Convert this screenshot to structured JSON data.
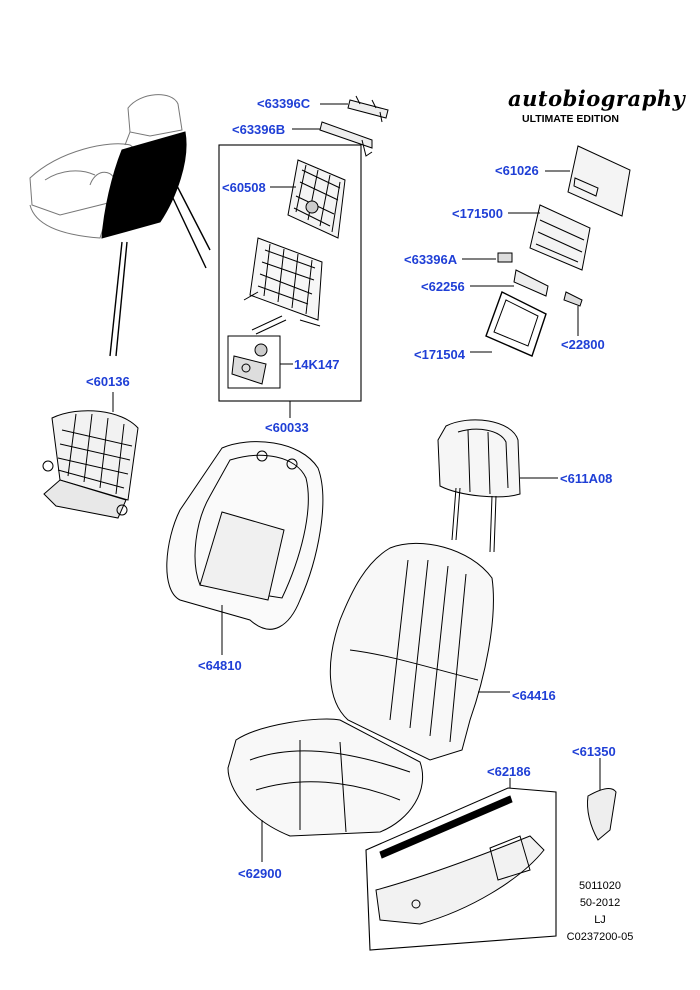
{
  "branding": {
    "logo_text": "autobiography",
    "edition": "ULTIMATE EDITION"
  },
  "callouts": [
    {
      "id": "63396C",
      "label": "<63396C"
    },
    {
      "id": "63396B",
      "label": "<63396B"
    },
    {
      "id": "60508",
      "label": "<60508"
    },
    {
      "id": "14K147",
      "label": "14K147"
    },
    {
      "id": "60033",
      "label": "<60033"
    },
    {
      "id": "61026",
      "label": "<61026"
    },
    {
      "id": "171500",
      "label": "<171500"
    },
    {
      "id": "63396A",
      "label": "<63396A"
    },
    {
      "id": "62256",
      "label": "<62256"
    },
    {
      "id": "171504",
      "label": "<171504"
    },
    {
      "id": "22800",
      "label": "<22800"
    },
    {
      "id": "60136",
      "label": "<60136"
    },
    {
      "id": "611A08",
      "label": "<611A08"
    },
    {
      "id": "64810",
      "label": "<64810"
    },
    {
      "id": "64416",
      "label": "<64416"
    },
    {
      "id": "61350",
      "label": "<61350"
    },
    {
      "id": "62186",
      "label": "<62186"
    },
    {
      "id": "62900",
      "label": "<62900"
    }
  ],
  "footer": {
    "line1": "5011020",
    "line2": "50-2012",
    "line3": "LJ",
    "line4": "C0237200-05"
  },
  "colors": {
    "callout": "#1f3fd6",
    "line": "#000000",
    "highlight": "#000000"
  }
}
